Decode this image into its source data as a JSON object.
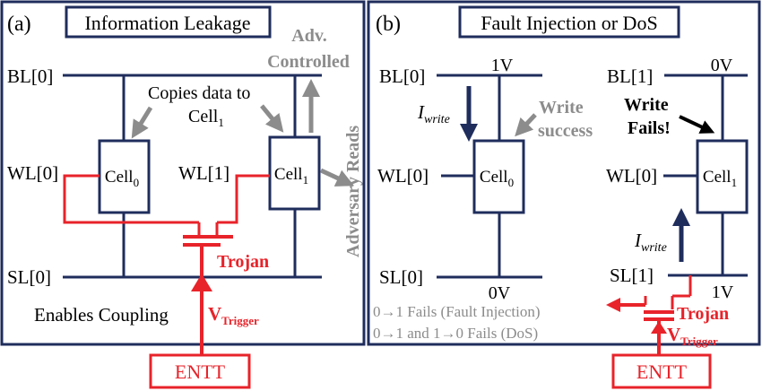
{
  "colors": {
    "navy": "#1f2d5c",
    "red": "#e8232a",
    "gray": "#8c8c8c",
    "black": "#000000"
  },
  "panel_a": {
    "label": "(a)",
    "title": "Information Leakage",
    "bl": "BL[0]",
    "sl": "SL[0]",
    "wl0": "WL[0]",
    "wl1": "WL[1]",
    "cell0": "Cell",
    "cell0_sub": "0",
    "cell1": "Cell",
    "cell1_sub": "1",
    "copies_line1": "Copies data to",
    "copies_line2": "Cell",
    "copies_sub": "1",
    "adv_line1": "Adv.",
    "adv_line2": "Controlled",
    "adversary_reads": "Adversary Reads",
    "trojan": "Trojan",
    "enables": "Enables Coupling",
    "vtrigger": "V",
    "vtrigger_sub": "Trigger",
    "entt": "ENTT"
  },
  "panel_b": {
    "label": "(b)",
    "title": "Fault Injection or DoS",
    "bl0": "BL[0]",
    "sl0": "SL[0]",
    "wl0_left": "WL[0]",
    "cell0": "Cell",
    "cell0_sub": "0",
    "v_top_left": "1V",
    "v_bot_left": "0V",
    "iwrite_left": "I",
    "iwrite_left_sub": "write",
    "write_success_1": "Write",
    "write_success_2": "success",
    "bl1": "BL[1]",
    "sl1": "SL[1]",
    "wl0_right": "WL[0]",
    "cell1": "Cell",
    "cell1_sub": "1",
    "v_top_right": "0V",
    "v_bot_right": "1V",
    "write_fails_1": "Write",
    "write_fails_2": "Fails!",
    "iwrite_right": "I",
    "iwrite_right_sub": "write",
    "fail1": "0→1 Fails (Fault Injection)",
    "fail2": "0→1 and 1→0 Fails (DoS)",
    "trojan": "Trojan",
    "vtrigger": "V",
    "vtrigger_sub": "Trigger",
    "entt": "ENTT"
  }
}
